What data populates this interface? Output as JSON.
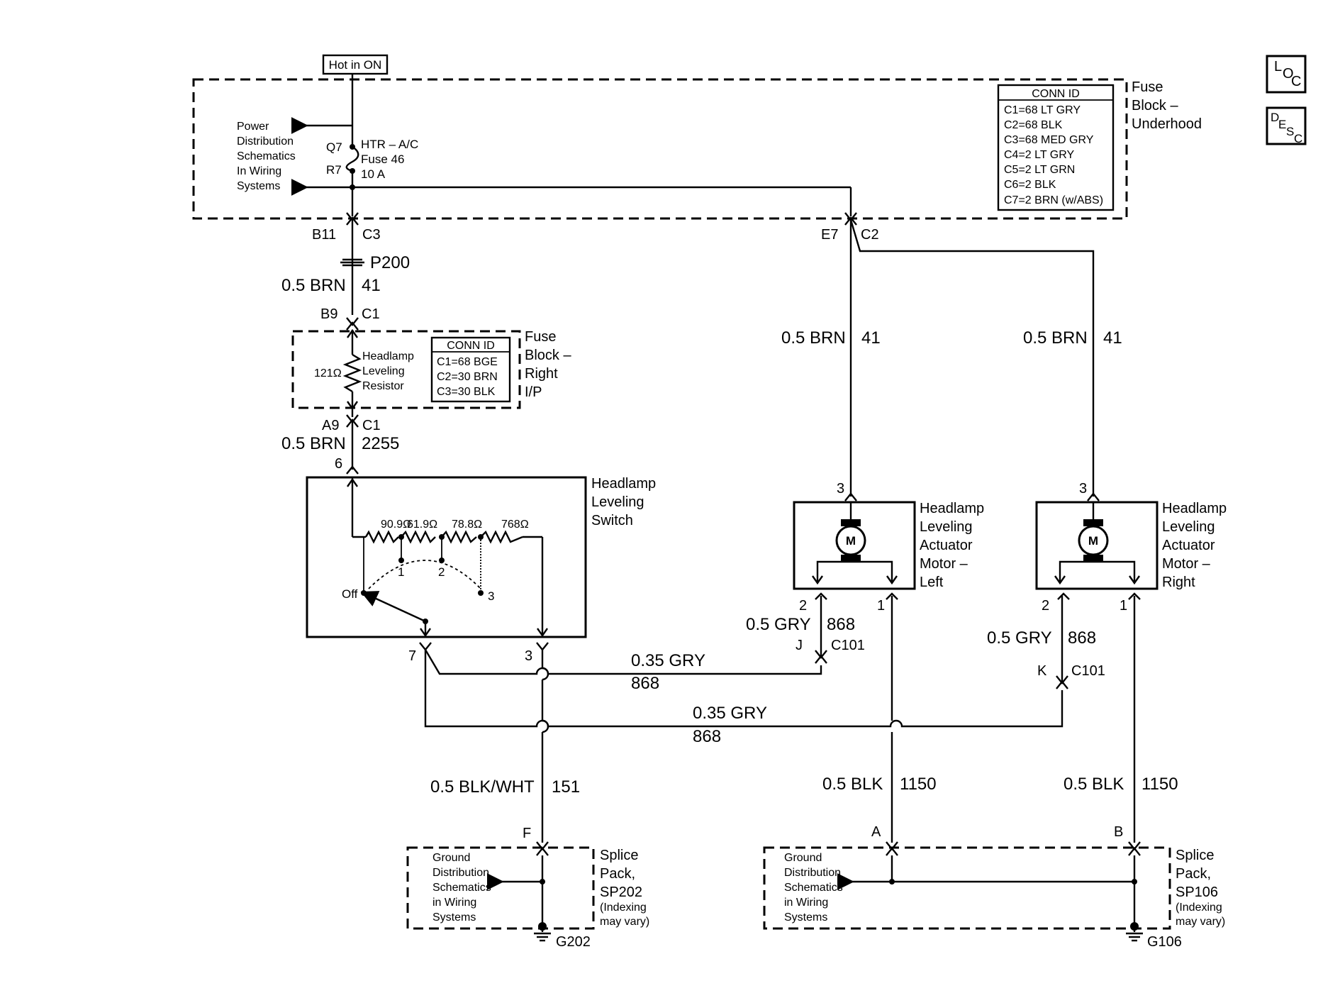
{
  "source": {
    "label": "Hot in ON"
  },
  "fuse_block_underhood": {
    "title": [
      "Fuse",
      "Block –",
      "Underhood"
    ],
    "conn_id_title": "CONN ID",
    "conn_id": [
      "C1=68 LT GRY",
      "C2=68 BLK",
      "C3=68 MED GRY",
      "C4=2 LT GRY",
      "C5=2 LT GRN",
      "C6=2 BLK",
      "C7=2 BRN (w/ABS)"
    ],
    "power_ref": [
      "Power",
      "Distribution",
      "Schematics",
      "In Wiring",
      "Systems"
    ],
    "fuse": {
      "q": "Q7",
      "r": "R7",
      "lines": [
        "HTR – A/C",
        "Fuse 46",
        "10 A"
      ]
    }
  },
  "fuse_block_ip": {
    "title": [
      "Fuse",
      "Block –",
      "Right",
      "I/P"
    ],
    "conn_id_title": "CONN ID",
    "conn_id": [
      "C1=68 BGE",
      "C2=30 BRN",
      "C3=30 BLK"
    ],
    "resistor_value": "121Ω",
    "resistor_label": [
      "Headlamp",
      "Leveling",
      "Resistor"
    ]
  },
  "connectors": {
    "b11": "B11",
    "c3": "C3",
    "p200": "P200",
    "b9": "B9",
    "c1_top": "C1",
    "a9": "A9",
    "c1_bot": "C1",
    "e7": "E7",
    "c2": "C2",
    "j": "J",
    "c101_j": "C101",
    "k": "K",
    "c101_k": "C101",
    "f": "F",
    "a": "A",
    "b": "B"
  },
  "wires": {
    "w1_gauge": "0.5 BRN",
    "w1_circuit": "41",
    "w2_gauge": "0.5 BRN",
    "w2_circuit": "2255",
    "w3_gauge": "0.5 BRN",
    "w3_circuit": "41",
    "w4_gauge": "0.5 BRN",
    "w4_circuit": "41",
    "w5_gauge": "0.5 GRY",
    "w5_circuit": "868",
    "w6_gauge": "0.5 GRY",
    "w6_circuit": "868",
    "w7_gauge": "0.35 GRY",
    "w7_circuit": "868",
    "w8_gauge": "0.35 GRY",
    "w8_circuit": "868",
    "w9_gauge": "0.5 BLK/WHT",
    "w9_circuit": "151",
    "w10_gauge": "0.5 BLK",
    "w10_circuit": "1150",
    "w11_gauge": "0.5 BLK",
    "w11_circuit": "1150"
  },
  "switch": {
    "title": [
      "Headlamp",
      "Leveling",
      "Switch"
    ],
    "resistors": [
      "90.9Ω",
      "61.9Ω",
      "78.8Ω",
      "768Ω"
    ],
    "positions": [
      "Off",
      "1",
      "2",
      "3"
    ],
    "pin_top": "6",
    "pin_7": "7",
    "pin_3": "3"
  },
  "motor_left": {
    "title": [
      "Headlamp",
      "Leveling",
      "Actuator",
      "Motor –",
      "Left"
    ],
    "symbol": "M",
    "pin3": "3",
    "pin2": "2",
    "pin1": "1"
  },
  "motor_right": {
    "title": [
      "Headlamp",
      "Leveling",
      "Actuator",
      "Motor –",
      "Right"
    ],
    "symbol": "M",
    "pin3": "3",
    "pin2": "2",
    "pin1": "1"
  },
  "splice_sp202": {
    "title": [
      "Splice",
      "Pack,",
      "SP202"
    ],
    "note": [
      "(Indexing",
      "may vary)"
    ],
    "ground_ref": [
      "Ground",
      "Distribution",
      "Schematics",
      "in Wiring",
      "Systems"
    ],
    "ground": "G202"
  },
  "splice_sp106": {
    "title": [
      "Splice",
      "Pack,",
      "SP106"
    ],
    "note": [
      "(Indexing",
      "may vary)"
    ],
    "ground_ref": [
      "Ground",
      "Distribution",
      "Schematics",
      "in Wiring",
      "Systems"
    ],
    "ground": "G106"
  },
  "side_icons": {
    "loc": [
      "L",
      "O",
      "C"
    ],
    "desc": [
      "D",
      "E",
      "S",
      "C"
    ]
  }
}
